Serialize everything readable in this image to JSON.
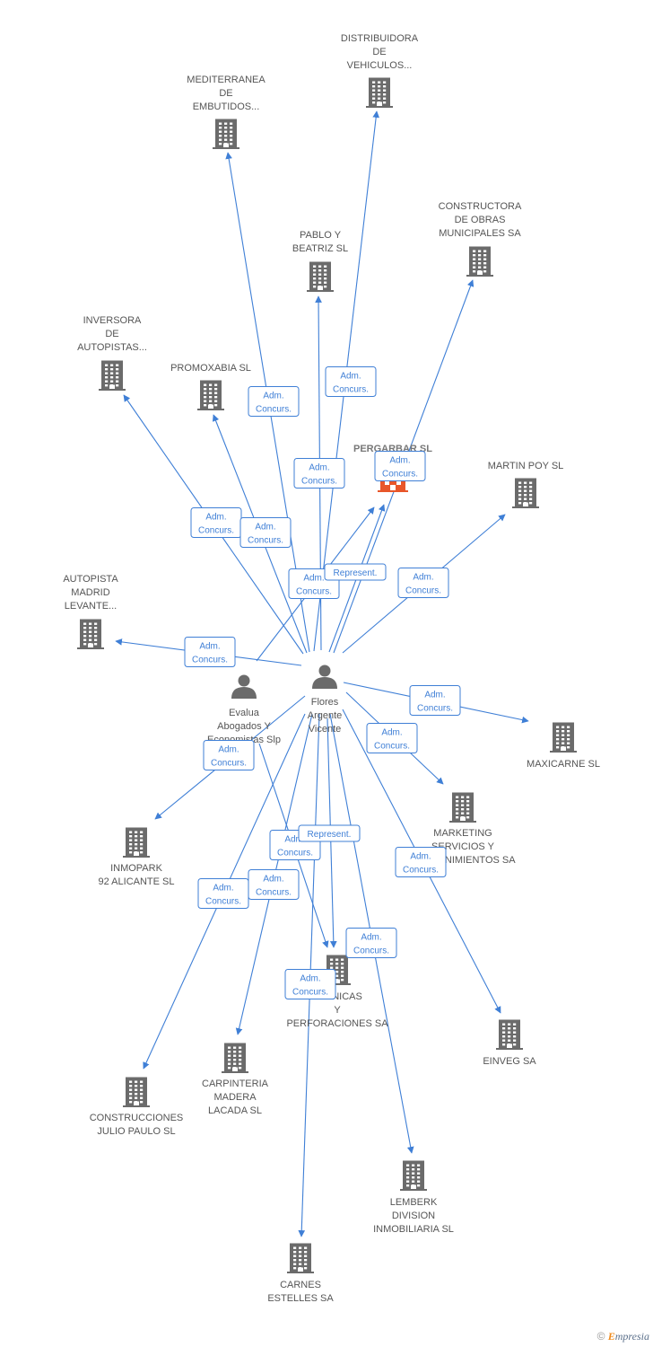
{
  "colors": {
    "edge": "#3f7fd6",
    "building": "#6b6b6b",
    "highlight_building": "#e8562a",
    "person": "#6b6b6b",
    "text": "#555555"
  },
  "nodes": [
    {
      "id": "distribuidora",
      "type": "company",
      "label": [
        "DISTRIBUIDORA",
        "DE",
        "VEHICULOS..."
      ]
    },
    {
      "id": "mediterranea",
      "type": "company",
      "label": [
        "MEDITERRANEA",
        "DE",
        "EMBUTIDOS..."
      ]
    },
    {
      "id": "constructora",
      "type": "company",
      "label": [
        "CONSTRUCTORA",
        "DE OBRAS",
        "MUNICIPALES SA"
      ]
    },
    {
      "id": "pablo",
      "type": "company",
      "label": [
        "PABLO Y",
        "BEATRIZ SL"
      ]
    },
    {
      "id": "inversora",
      "type": "company",
      "label": [
        "INVERSORA",
        "DE",
        "AUTOPISTAS..."
      ]
    },
    {
      "id": "promoxabia",
      "type": "company",
      "label": [
        "PROMOXABIA SL"
      ]
    },
    {
      "id": "pergarbar",
      "type": "company_highlight",
      "label": [
        "PERGARBAR SL"
      ]
    },
    {
      "id": "martinpoy",
      "type": "company",
      "label": [
        "MARTIN POY SL"
      ]
    },
    {
      "id": "autopista",
      "type": "company",
      "label": [
        "AUTOPISTA",
        "MADRID",
        "LEVANTE..."
      ]
    },
    {
      "id": "flores",
      "type": "person",
      "label": [
        "Flores",
        "Argente",
        "Vicente"
      ]
    },
    {
      "id": "evalua",
      "type": "person",
      "label": [
        "Evalua",
        "Abogados Y",
        "Economistas Slp"
      ]
    },
    {
      "id": "maxicarne",
      "type": "company",
      "label": [
        "MAXICARNE SL"
      ]
    },
    {
      "id": "marketing",
      "type": "company",
      "label": [
        "MARKETING",
        "SERVICIOS Y",
        "MANTENIMIENTOS SA"
      ]
    },
    {
      "id": "inmopark",
      "type": "company",
      "label": [
        "INMOPARK",
        "92 ALICANTE SL"
      ]
    },
    {
      "id": "tecnicas",
      "type": "company",
      "label": [
        "TECNICAS",
        "Y",
        "PERFORACIONES SA"
      ]
    },
    {
      "id": "einveg",
      "type": "company",
      "label": [
        "EINVEG SA"
      ]
    },
    {
      "id": "construcciones",
      "type": "company",
      "label": [
        "CONSTRUCCIONES",
        "JULIO PAULO SL"
      ]
    },
    {
      "id": "carpinteria",
      "type": "company",
      "label": [
        "CARPINTERIA",
        "MADERA",
        "LACADA SL"
      ]
    },
    {
      "id": "lemberk",
      "type": "company",
      "label": [
        "LEMBERK",
        "DIVISION",
        "INMOBILIARIA SL"
      ]
    },
    {
      "id": "carnes",
      "type": "company",
      "label": [
        "CARNES",
        "ESTELLES SA"
      ]
    }
  ],
  "edges": [
    {
      "from": "flores",
      "to": "distribuidora",
      "label": [
        "Adm.",
        "Concurs."
      ]
    },
    {
      "from": "flores",
      "to": "mediterranea",
      "label": [
        "Adm.",
        "Concurs."
      ]
    },
    {
      "from": "flores",
      "to": "constructora",
      "label": [
        "Adm.",
        "Concurs."
      ]
    },
    {
      "from": "flores",
      "to": "pablo",
      "label": [
        "Adm.",
        "Concurs."
      ]
    },
    {
      "from": "flores",
      "to": "inversora",
      "label": [
        "Adm.",
        "Concurs."
      ]
    },
    {
      "from": "flores",
      "to": "promoxabia",
      "label": [
        "Adm.",
        "Concurs."
      ]
    },
    {
      "from": "flores",
      "to": "pergarbar",
      "label": [
        "Adm.",
        "Concurs."
      ]
    },
    {
      "from": "evalua",
      "to": "pergarbar",
      "label": [
        "Represent."
      ]
    },
    {
      "from": "flores",
      "to": "martinpoy",
      "label": [
        "Adm.",
        "Concurs."
      ]
    },
    {
      "from": "flores",
      "to": "autopista",
      "label": [
        "Adm.",
        "Concurs."
      ]
    },
    {
      "from": "flores",
      "to": "maxicarne",
      "label": [
        "Adm.",
        "Concurs."
      ]
    },
    {
      "from": "flores",
      "to": "marketing",
      "label": [
        "Adm.",
        "Concurs."
      ]
    },
    {
      "from": "flores",
      "to": "inmopark",
      "label": [
        "Adm.",
        "Concurs."
      ]
    },
    {
      "from": "flores",
      "to": "tecnicas",
      "label": [
        "Adm.",
        "Concurs."
      ]
    },
    {
      "from": "evalua",
      "to": "tecnicas",
      "label": [
        "Represent."
      ]
    },
    {
      "from": "flores",
      "to": "einveg",
      "label": [
        "Adm.",
        "Concurs."
      ]
    },
    {
      "from": "flores",
      "to": "construcciones",
      "label": [
        "Adm.",
        "Concurs."
      ]
    },
    {
      "from": "flores",
      "to": "carpinteria",
      "label": [
        "Adm.",
        "Concurs."
      ]
    },
    {
      "from": "flores",
      "to": "lemberk",
      "label": [
        "Adm.",
        "Concurs."
      ]
    },
    {
      "from": "flores",
      "to": "carnes",
      "label": [
        "Adm.",
        "Concurs."
      ]
    }
  ],
  "footer": {
    "copyright": "©",
    "brand_initial": "E",
    "brand_rest": "mpresia"
  }
}
